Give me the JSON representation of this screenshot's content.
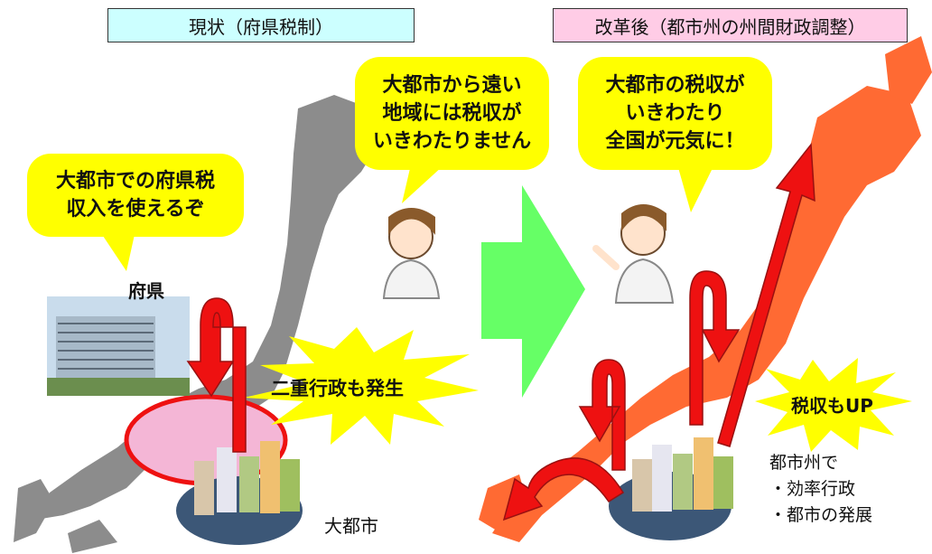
{
  "left_header": "現状（府県税制）",
  "right_header": "改革後（都市州の州間財政調整）",
  "bubbles": {
    "left_speech": [
      "大都市での府県税",
      "収入を使えるぞ"
    ],
    "middle_speech": [
      "大都市から遠い",
      "地域には税収が",
      "いきわたりません"
    ],
    "right_speech": [
      "大都市の税収が",
      "いきわたり",
      "全国が元気に！"
    ]
  },
  "labels": {
    "prefecture": "府県",
    "big_city": "大都市",
    "dual_admin": "二重行政も発生",
    "tax_up": "税収もUP"
  },
  "city_state_notes": [
    "都市州で",
    "・効率行政",
    "・都市の発展"
  ],
  "colors": {
    "left_header_bg": "#ccffff",
    "right_header_bg": "#ffcce6",
    "speech_yellow": "#ffff00",
    "map_gray": "#8c8c8c",
    "map_orange": "#ff6a33",
    "transition_arrow": "#66ff66",
    "red_arrow": "#ee1111"
  }
}
